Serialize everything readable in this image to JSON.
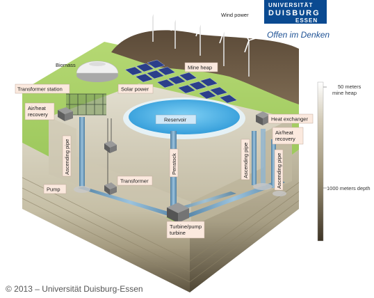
{
  "logo": {
    "line1": "UNIVERSITÄT",
    "line2": "DUISBURG",
    "line3": "ESSEN",
    "slogan": "Offen im Denken",
    "color": "#0a4a91"
  },
  "labels": {
    "wind_power": "Wind power",
    "biomass": "Biomass",
    "mine_heap": "Mine heap",
    "transformer_station": "Transformer station",
    "solar_power": "Solar power",
    "air_heat_recovery_left": "Air/heat\nrecovery",
    "reservoir": "Reservoir",
    "heat_exchanger": "Heat exchanger",
    "air_heat_recovery_right": "Air/heat\nrecovery",
    "ascending_pipe_left": "Ascending pipe",
    "penstock": "Penstock",
    "ascending_pipe_right1": "Ascending pipe",
    "ascending_pipe_right2": "Ascending pipe",
    "transformer": "Transformer",
    "pump": "Pump",
    "turbine_pump": "Turbine/pump\nturbine"
  },
  "scale": {
    "top": "50 meters\nmine heap",
    "bottom": "1000 meters depth"
  },
  "copyright": "© 2013 – Universität Duisburg-Essen",
  "colors": {
    "grass": "#9cc85a",
    "soil_top": "#c9c2ad",
    "rock_dark": "#4a4030",
    "heap": "#6b5a45",
    "water": "#4fb3e8",
    "pipe": "#6f9ab8",
    "machine": "#5a5a5a"
  }
}
